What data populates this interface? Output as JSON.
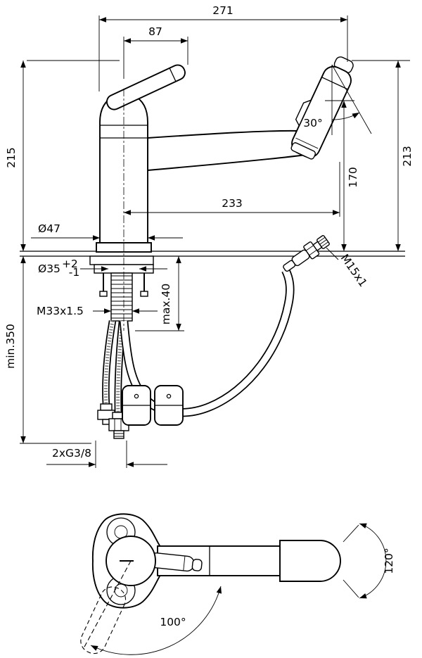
{
  "side_view": {
    "dimensions": {
      "overall_width": "271",
      "lever_projection": "87",
      "height_rear": "215",
      "height_front": "213",
      "outlet_height": "170",
      "spray_head_angle": "30°",
      "spout_reach": "233",
      "base_diameter": "Ø47",
      "hole_diameter": "Ø35",
      "hole_tolerance_upper": "+2",
      "hole_tolerance_lower": "-1",
      "shank_thread": "M33x1.5",
      "max_deck_thickness": "max.40",
      "min_hose_length": "min.350",
      "spray_hose_thread": "M15x1",
      "supply_connections": "2xG3/8"
    }
  },
  "top_view": {
    "dimensions": {
      "spray_head_swivel": "120°",
      "spout_swivel": "100°"
    }
  }
}
